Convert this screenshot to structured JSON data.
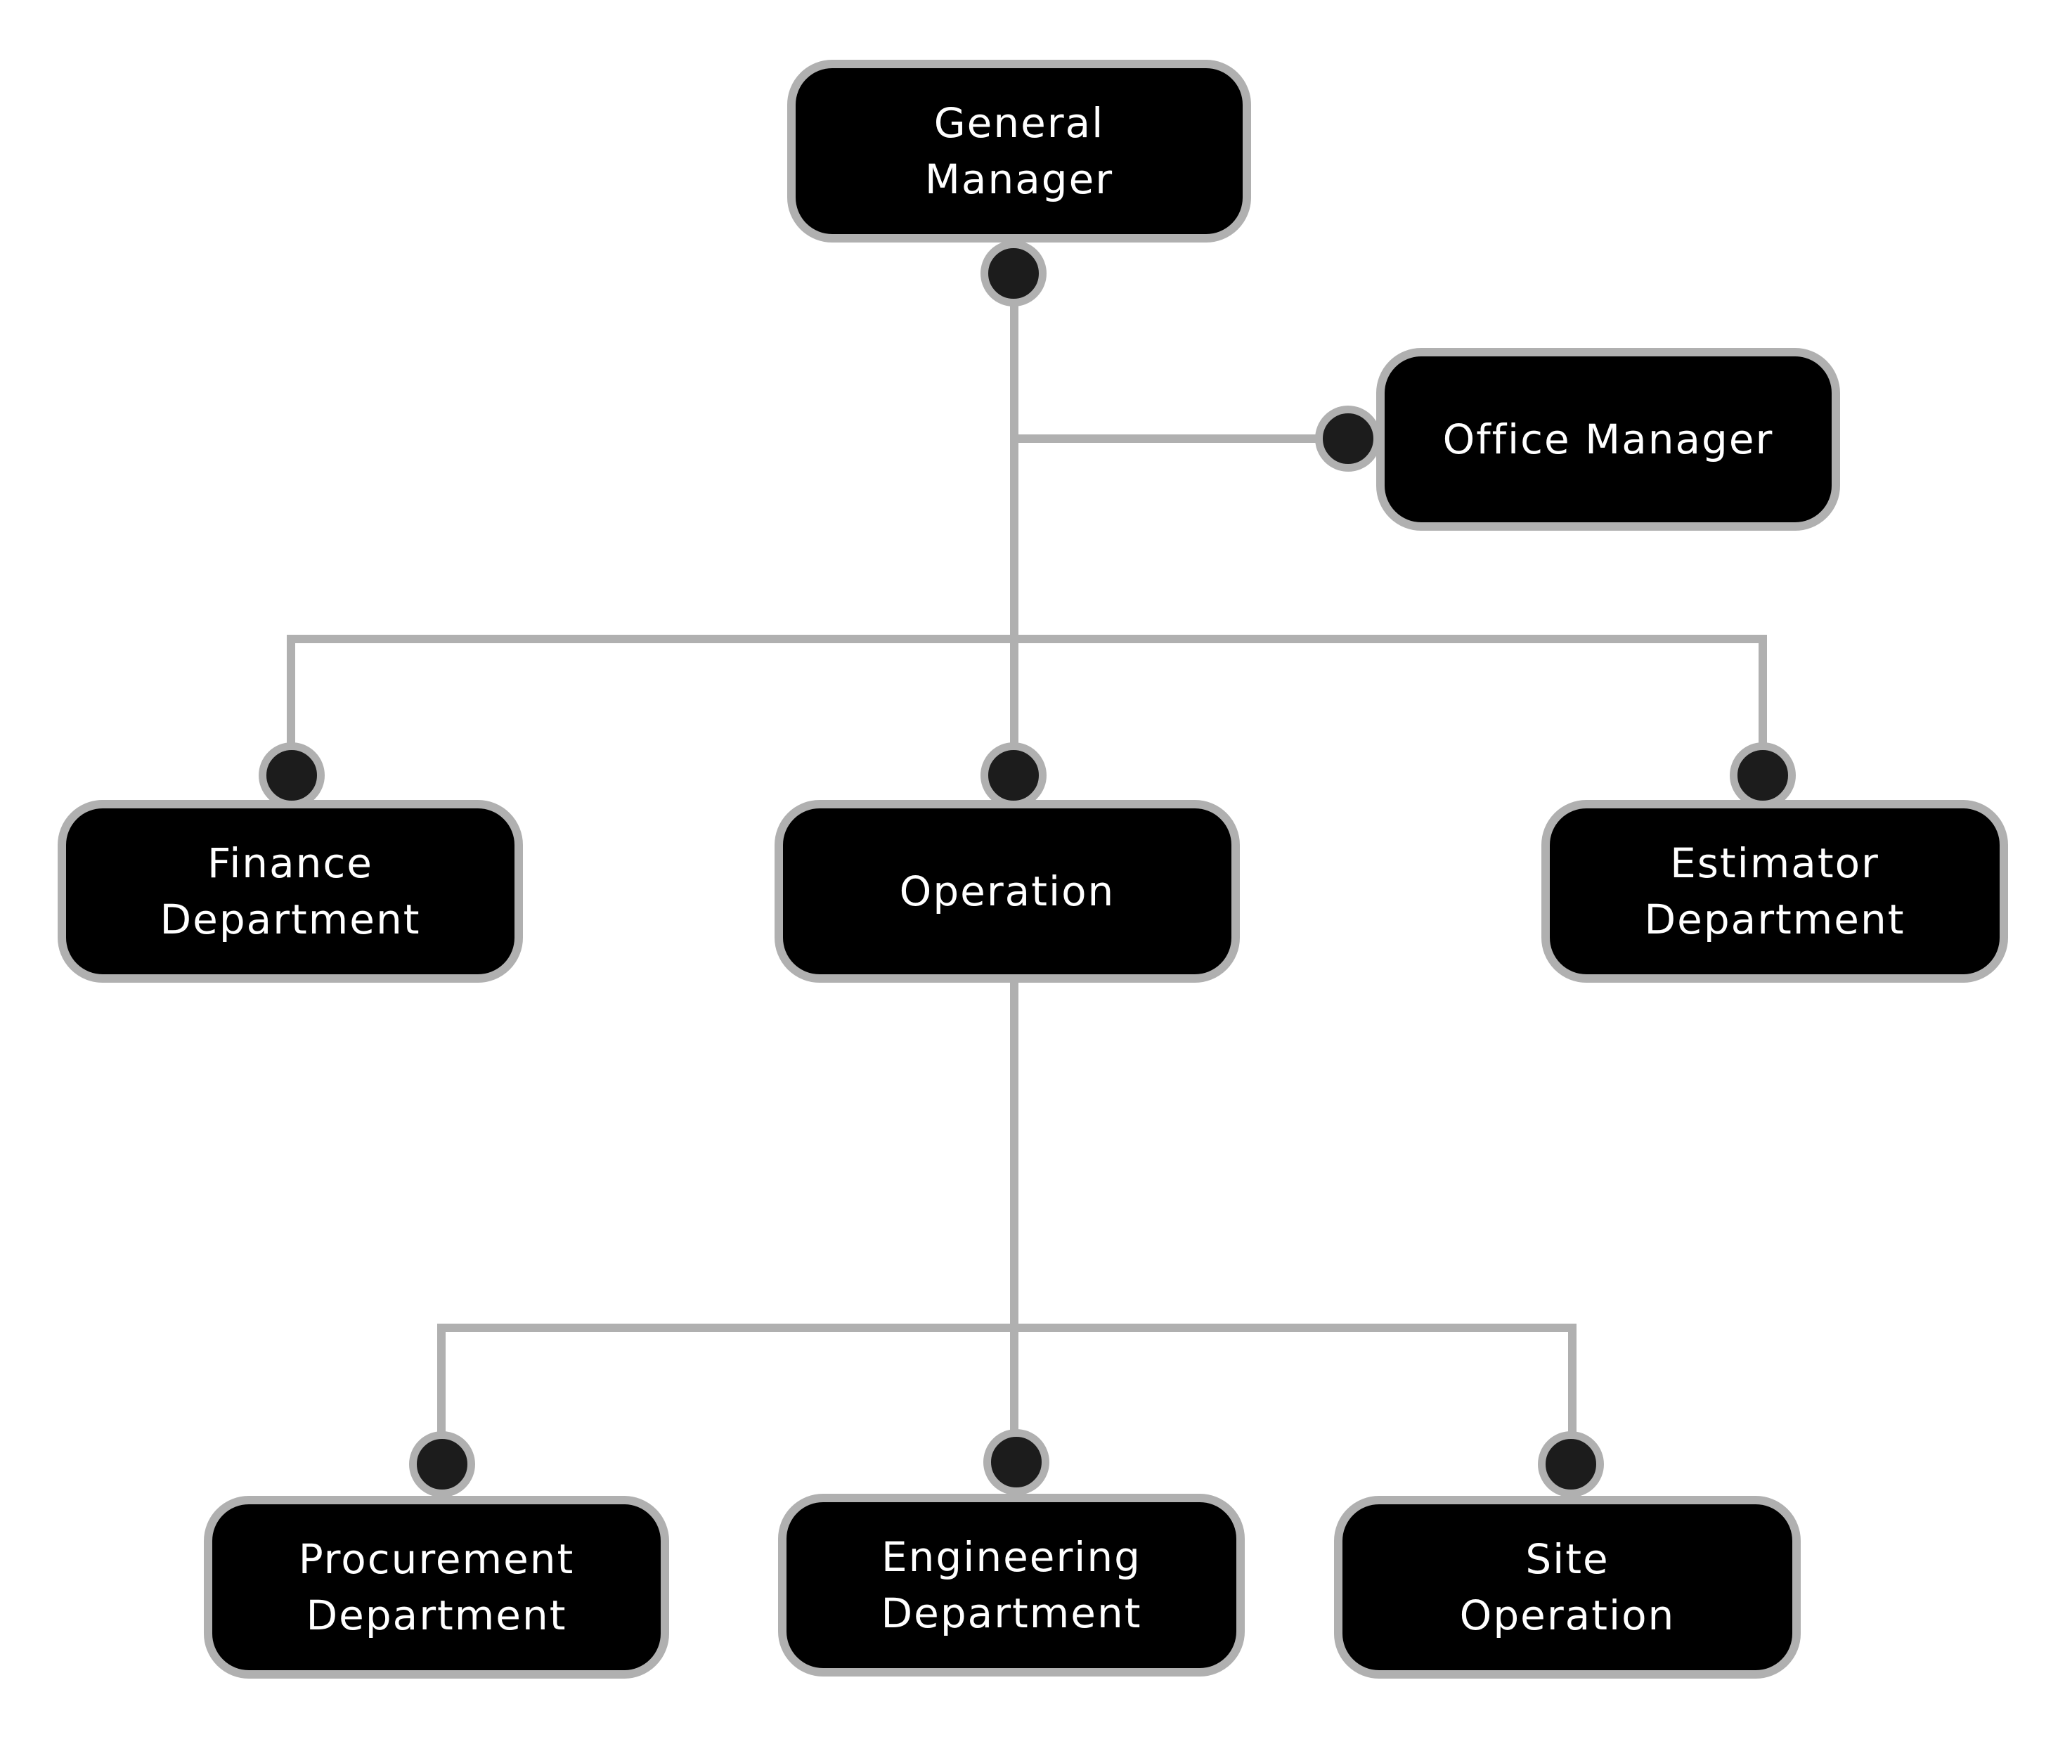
{
  "colors": {
    "node_fill": "#000000",
    "node_border": "#b0b0b0",
    "node_text": "#ffffff",
    "connector": "#b0b0b0",
    "dot_fill": "#1c1c1c"
  },
  "nodes": [
    {
      "id": "general-manager",
      "label": "General\nManager"
    },
    {
      "id": "office-manager",
      "label": "Office Manager"
    },
    {
      "id": "finance-department",
      "label": "Finance\nDepartment"
    },
    {
      "id": "operation",
      "label": "Operation"
    },
    {
      "id": "estimator-department",
      "label": "Estimator\nDepartment"
    },
    {
      "id": "procurement-department",
      "label": "Procurement\nDepartment"
    },
    {
      "id": "engineering-department",
      "label": "Engineering\nDepartment"
    },
    {
      "id": "site-operation",
      "label": "Site\nOperation"
    }
  ],
  "edges": [
    {
      "from": "general-manager",
      "to": "office-manager"
    },
    {
      "from": "general-manager",
      "to": "finance-department"
    },
    {
      "from": "general-manager",
      "to": "operation"
    },
    {
      "from": "general-manager",
      "to": "estimator-department"
    },
    {
      "from": "operation",
      "to": "procurement-department"
    },
    {
      "from": "operation",
      "to": "engineering-department"
    },
    {
      "from": "operation",
      "to": "site-operation"
    }
  ]
}
